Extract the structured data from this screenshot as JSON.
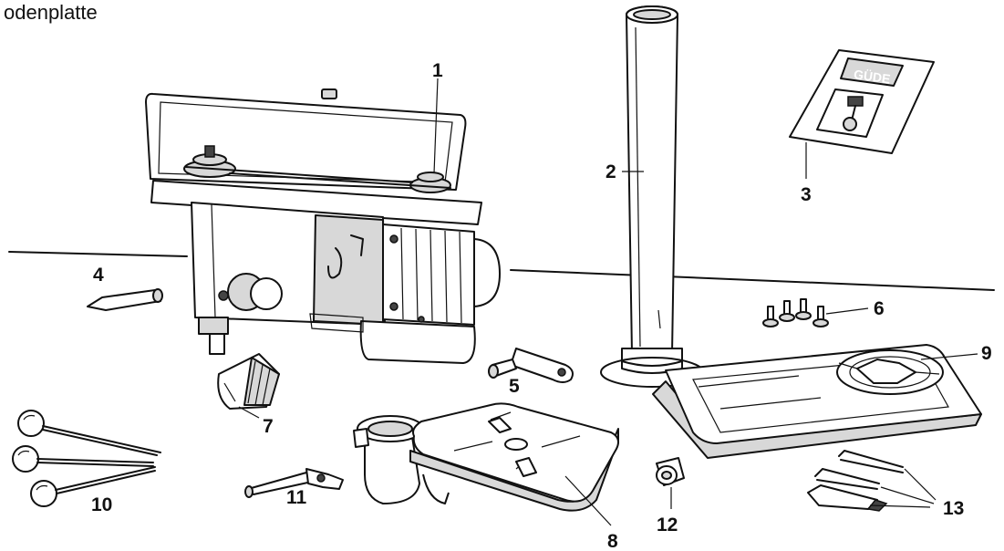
{
  "caption": "odenplatte",
  "part_labels": [
    {
      "id": "1",
      "text": "1"
    },
    {
      "id": "2",
      "text": "2"
    },
    {
      "id": "3",
      "text": "3"
    },
    {
      "id": "4",
      "text": "4"
    },
    {
      "id": "5",
      "text": "5"
    },
    {
      "id": "6",
      "text": "6"
    },
    {
      "id": "7",
      "text": "7"
    },
    {
      "id": "8",
      "text": "8"
    },
    {
      "id": "9",
      "text": "9"
    },
    {
      "id": "10",
      "text": "10"
    },
    {
      "id": "11",
      "text": "11"
    },
    {
      "id": "12",
      "text": "12"
    },
    {
      "id": "13",
      "text": "13"
    }
  ],
  "manual_cover_text": "GÜDE"
}
